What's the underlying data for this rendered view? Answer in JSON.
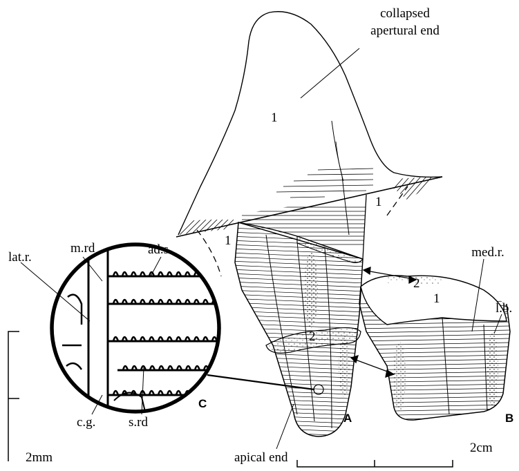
{
  "labels": {
    "collapsed_line1": "collapsed",
    "collapsed_line2": "apertural end",
    "apical_end": "apical end",
    "num1_top": "1",
    "num1_right": "1",
    "num1_left": "1",
    "num1_b": "1",
    "num2_b": "2",
    "num2_a": "2",
    "med_r": "med.r.",
    "l_b": "l.b.",
    "m_rd": "m.rd",
    "ad_s": "ad.s.",
    "lat_r": "lat.r.",
    "c_g": "c.g.",
    "s_rd": "s.rd",
    "panel_a": "A",
    "panel_b": "B",
    "panel_c": "C"
  },
  "scale_bars": {
    "left": "2mm",
    "bottom": "2cm"
  }
}
